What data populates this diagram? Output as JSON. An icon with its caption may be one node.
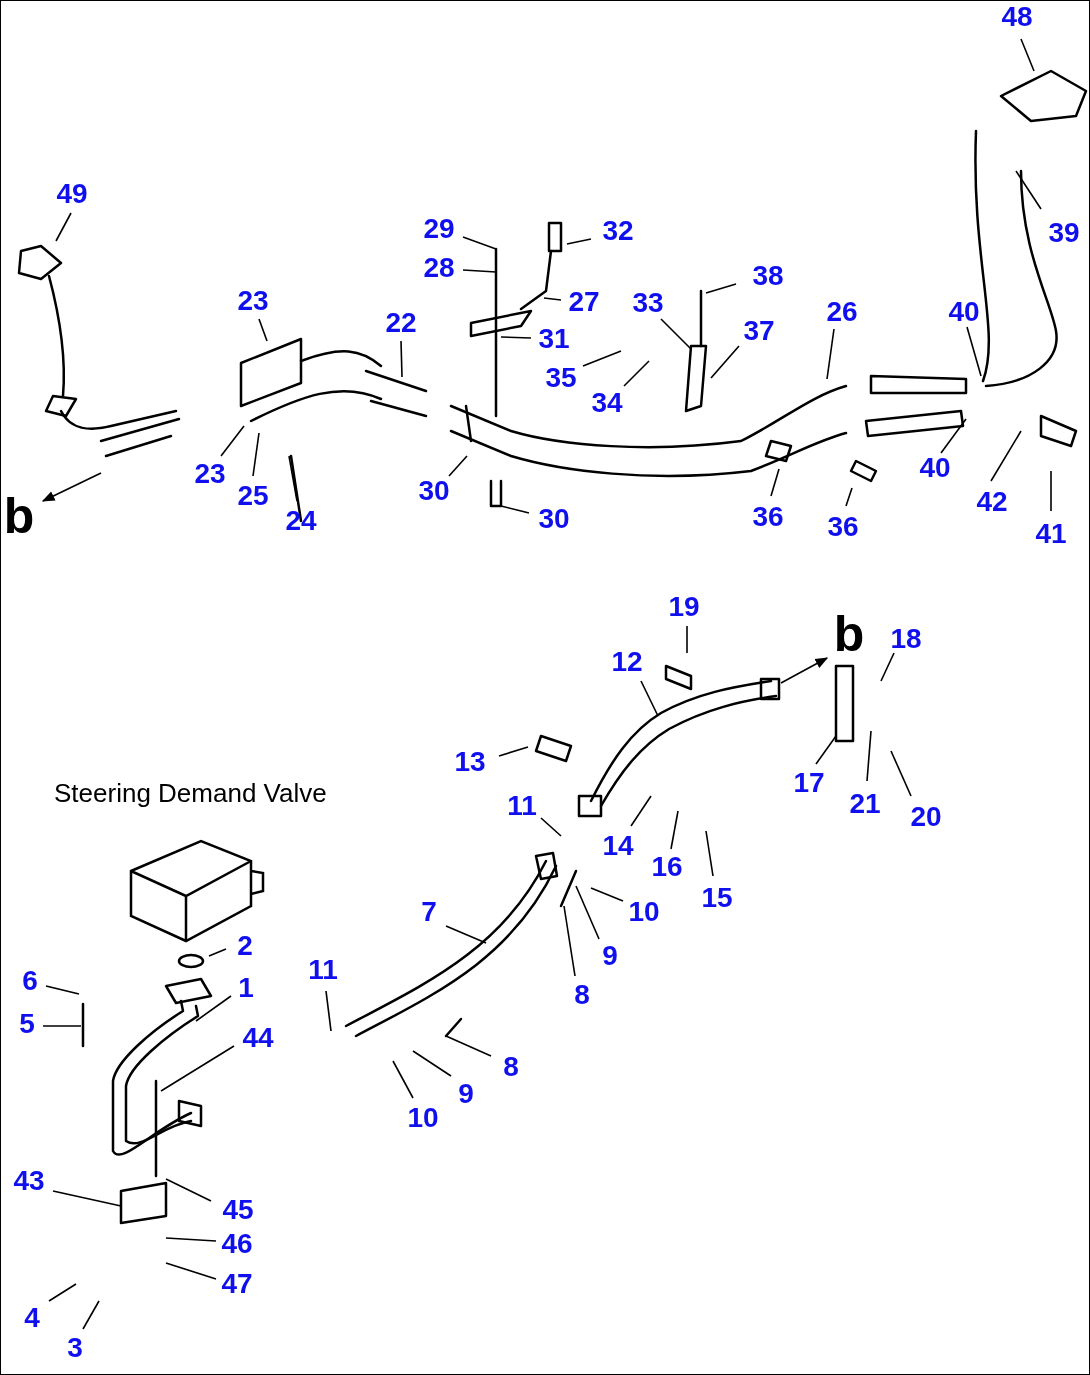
{
  "diagram": {
    "nodes": [
      {
        "text": [
          "48"
        ]
      },
      {
        "text": [
          "49"
        ]
      },
      {
        "text": [
          "29"
        ]
      },
      {
        "text": [
          "32"
        ]
      },
      {
        "text": [
          "28"
        ]
      },
      {
        "text": [
          "27"
        ]
      },
      {
        "text": [
          "23"
        ]
      },
      {
        "text": [
          "22"
        ]
      },
      {
        "text": [
          "33"
        ]
      },
      {
        "text": [
          "38"
        ]
      },
      {
        "text": [
          "26"
        ]
      },
      {
        "text": [
          "31"
        ]
      },
      {
        "text": [
          "37"
        ]
      },
      {
        "text": [
          "40"
        ]
      },
      {
        "text": [
          "35"
        ]
      },
      {
        "text": [
          "34"
        ]
      },
      {
        "text": [
          "23"
        ]
      },
      {
        "text": [
          "25"
        ]
      },
      {
        "text": [
          "24"
        ]
      },
      {
        "text": [
          "30"
        ]
      },
      {
        "text": [
          "30"
        ]
      },
      {
        "text": [
          "36"
        ]
      },
      {
        "text": [
          "36"
        ]
      },
      {
        "text": [
          "40"
        ]
      },
      {
        "text": [
          "42"
        ]
      },
      {
        "text": [
          "41"
        ]
      },
      {
        "text": [
          "39"
        ]
      },
      {
        "text": [
          "b"
        ]
      },
      {
        "text": [
          "19"
        ]
      },
      {
        "text": [
          "b"
        ]
      },
      {
        "text": [
          "18"
        ]
      },
      {
        "text": [
          "12"
        ]
      },
      {
        "text": [
          "17"
        ]
      },
      {
        "text": [
          "13"
        ]
      },
      {
        "text": [
          "21"
        ]
      },
      {
        "text": [
          "20"
        ]
      },
      {
        "text": [
          "11"
        ]
      },
      {
        "text": [
          "14"
        ]
      },
      {
        "text": [
          "16"
        ]
      },
      {
        "text": [
          "15"
        ]
      },
      {
        "text": [
          "10"
        ]
      },
      {
        "text": [
          "9"
        ]
      },
      {
        "text": [
          "8"
        ]
      },
      {
        "text": [
          "7"
        ]
      },
      {
        "text": [
          "2"
        ]
      },
      {
        "text": [
          "6"
        ]
      },
      {
        "text": [
          "1"
        ]
      },
      {
        "text": [
          "5"
        ]
      },
      {
        "text": [
          "11"
        ]
      },
      {
        "text": [
          "44"
        ]
      },
      {
        "text": [
          "8"
        ]
      },
      {
        "text": [
          "9"
        ]
      },
      {
        "text": [
          "10"
        ]
      },
      {
        "text": [
          "43"
        ]
      },
      {
        "text": [
          "45"
        ]
      },
      {
        "text": [
          "46"
        ]
      },
      {
        "text": [
          "47"
        ]
      },
      {
        "text": [
          "4"
        ]
      },
      {
        "text": [
          "3"
        ]
      }
    ],
    "edges": [
      {
        "from": 0,
        "to": null,
        "arrow": "none"
      },
      {
        "from": 1,
        "to": null,
        "arrow": "none"
      },
      {
        "from": 2,
        "to": null,
        "arrow": "none"
      },
      {
        "from": 3,
        "to": null,
        "arrow": "none"
      },
      {
        "from": 4,
        "to": null,
        "arrow": "none"
      },
      {
        "from": 5,
        "to": null,
        "arrow": "none"
      },
      {
        "from": 6,
        "to": null,
        "arrow": "none"
      },
      {
        "from": 7,
        "to": null,
        "arrow": "none"
      },
      {
        "from": 8,
        "to": null,
        "arrow": "none"
      },
      {
        "from": 9,
        "to": null,
        "arrow": "none"
      },
      {
        "from": 10,
        "to": null,
        "arrow": "none"
      },
      {
        "from": 11,
        "to": null,
        "arrow": "none"
      },
      {
        "from": 12,
        "to": null,
        "arrow": "none"
      },
      {
        "from": 13,
        "to": null,
        "arrow": "none"
      },
      {
        "from": 14,
        "to": null,
        "arrow": "none"
      },
      {
        "from": 15,
        "to": null,
        "arrow": "none"
      },
      {
        "from": 16,
        "to": null,
        "arrow": "none"
      },
      {
        "from": 17,
        "to": null,
        "arrow": "none"
      },
      {
        "from": 18,
        "to": null,
        "arrow": "none"
      },
      {
        "from": 19,
        "to": null,
        "arrow": "none"
      },
      {
        "from": 20,
        "to": null,
        "arrow": "none"
      },
      {
        "from": 21,
        "to": null,
        "arrow": "none"
      },
      {
        "from": 22,
        "to": null,
        "arrow": "none"
      },
      {
        "from": 23,
        "to": null,
        "arrow": "none"
      },
      {
        "from": 24,
        "to": null,
        "arrow": "none"
      },
      {
        "from": 25,
        "to": null,
        "arrow": "none"
      },
      {
        "from": 26,
        "to": null,
        "arrow": "none"
      },
      {
        "from": null,
        "to": 27,
        "arrow": "to"
      },
      {
        "from": 28,
        "to": null,
        "arrow": "none"
      },
      {
        "from": null,
        "to": 29,
        "arrow": "to"
      },
      {
        "from": 30,
        "to": null,
        "arrow": "none"
      },
      {
        "from": 31,
        "to": null,
        "arrow": "none"
      },
      {
        "from": 32,
        "to": null,
        "arrow": "none"
      },
      {
        "from": 33,
        "to": null,
        "arrow": "none"
      },
      {
        "from": 34,
        "to": null,
        "arrow": "none"
      },
      {
        "from": 35,
        "to": null,
        "arrow": "none"
      },
      {
        "from": 36,
        "to": null,
        "arrow": "none"
      },
      {
        "from": 37,
        "to": null,
        "arrow": "none"
      },
      {
        "from": 38,
        "to": null,
        "arrow": "none"
      },
      {
        "from": 39,
        "to": null,
        "arrow": "none"
      },
      {
        "from": 40,
        "to": null,
        "arrow": "none"
      },
      {
        "from": 41,
        "to": null,
        "arrow": "none"
      },
      {
        "from": 42,
        "to": null,
        "arrow": "none"
      },
      {
        "from": 43,
        "to": null,
        "arrow": "none"
      },
      {
        "from": 44,
        "to": null,
        "arrow": "none"
      },
      {
        "from": 45,
        "to": null,
        "arrow": "none"
      },
      {
        "from": 46,
        "to": null,
        "arrow": "none"
      },
      {
        "from": 47,
        "to": null,
        "arrow": "none"
      },
      {
        "from": 48,
        "to": null,
        "arrow": "none"
      },
      {
        "from": 49,
        "to": null,
        "arrow": "none"
      },
      {
        "from": 50,
        "to": null,
        "arrow": "none"
      },
      {
        "from": 51,
        "to": null,
        "arrow": "none"
      },
      {
        "from": 52,
        "to": null,
        "arrow": "none"
      },
      {
        "from": 53,
        "to": null,
        "arrow": "none"
      },
      {
        "from": 54,
        "to": null,
        "arrow": "none"
      },
      {
        "from": 55,
        "to": null,
        "arrow": "none"
      },
      {
        "from": 56,
        "to": null,
        "arrow": "none"
      },
      {
        "from": 57,
        "to": null,
        "arrow": "none"
      },
      {
        "from": 58,
        "to": null,
        "arrow": "none"
      }
    ],
    "labels": [
      "Steering Demand Valve"
    ]
  }
}
